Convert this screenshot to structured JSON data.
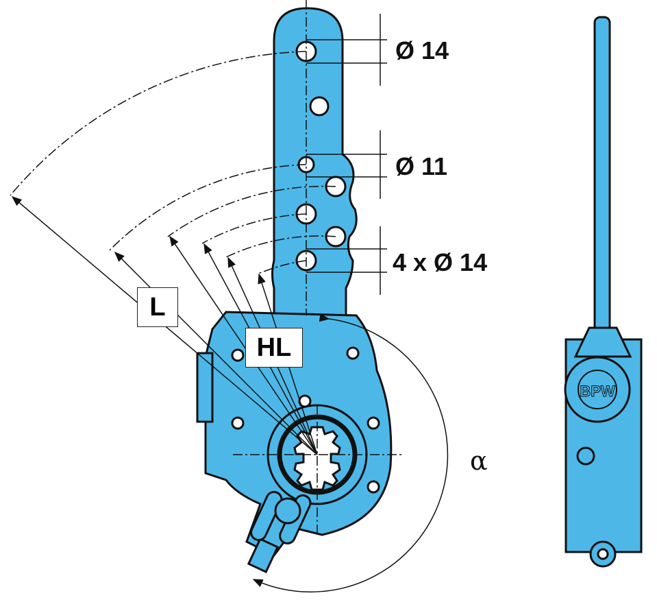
{
  "dimensions": {
    "top_hole": "Ø 14",
    "middle_hole": "Ø 11",
    "lower_holes": "4 x Ø 14"
  },
  "labels": {
    "lever_length": "L",
    "lever_length_range": "HL",
    "angle": "α"
  },
  "logo_text": "BPW",
  "colors": {
    "part_fill": "#4db8e8",
    "outline": "#111111"
  }
}
